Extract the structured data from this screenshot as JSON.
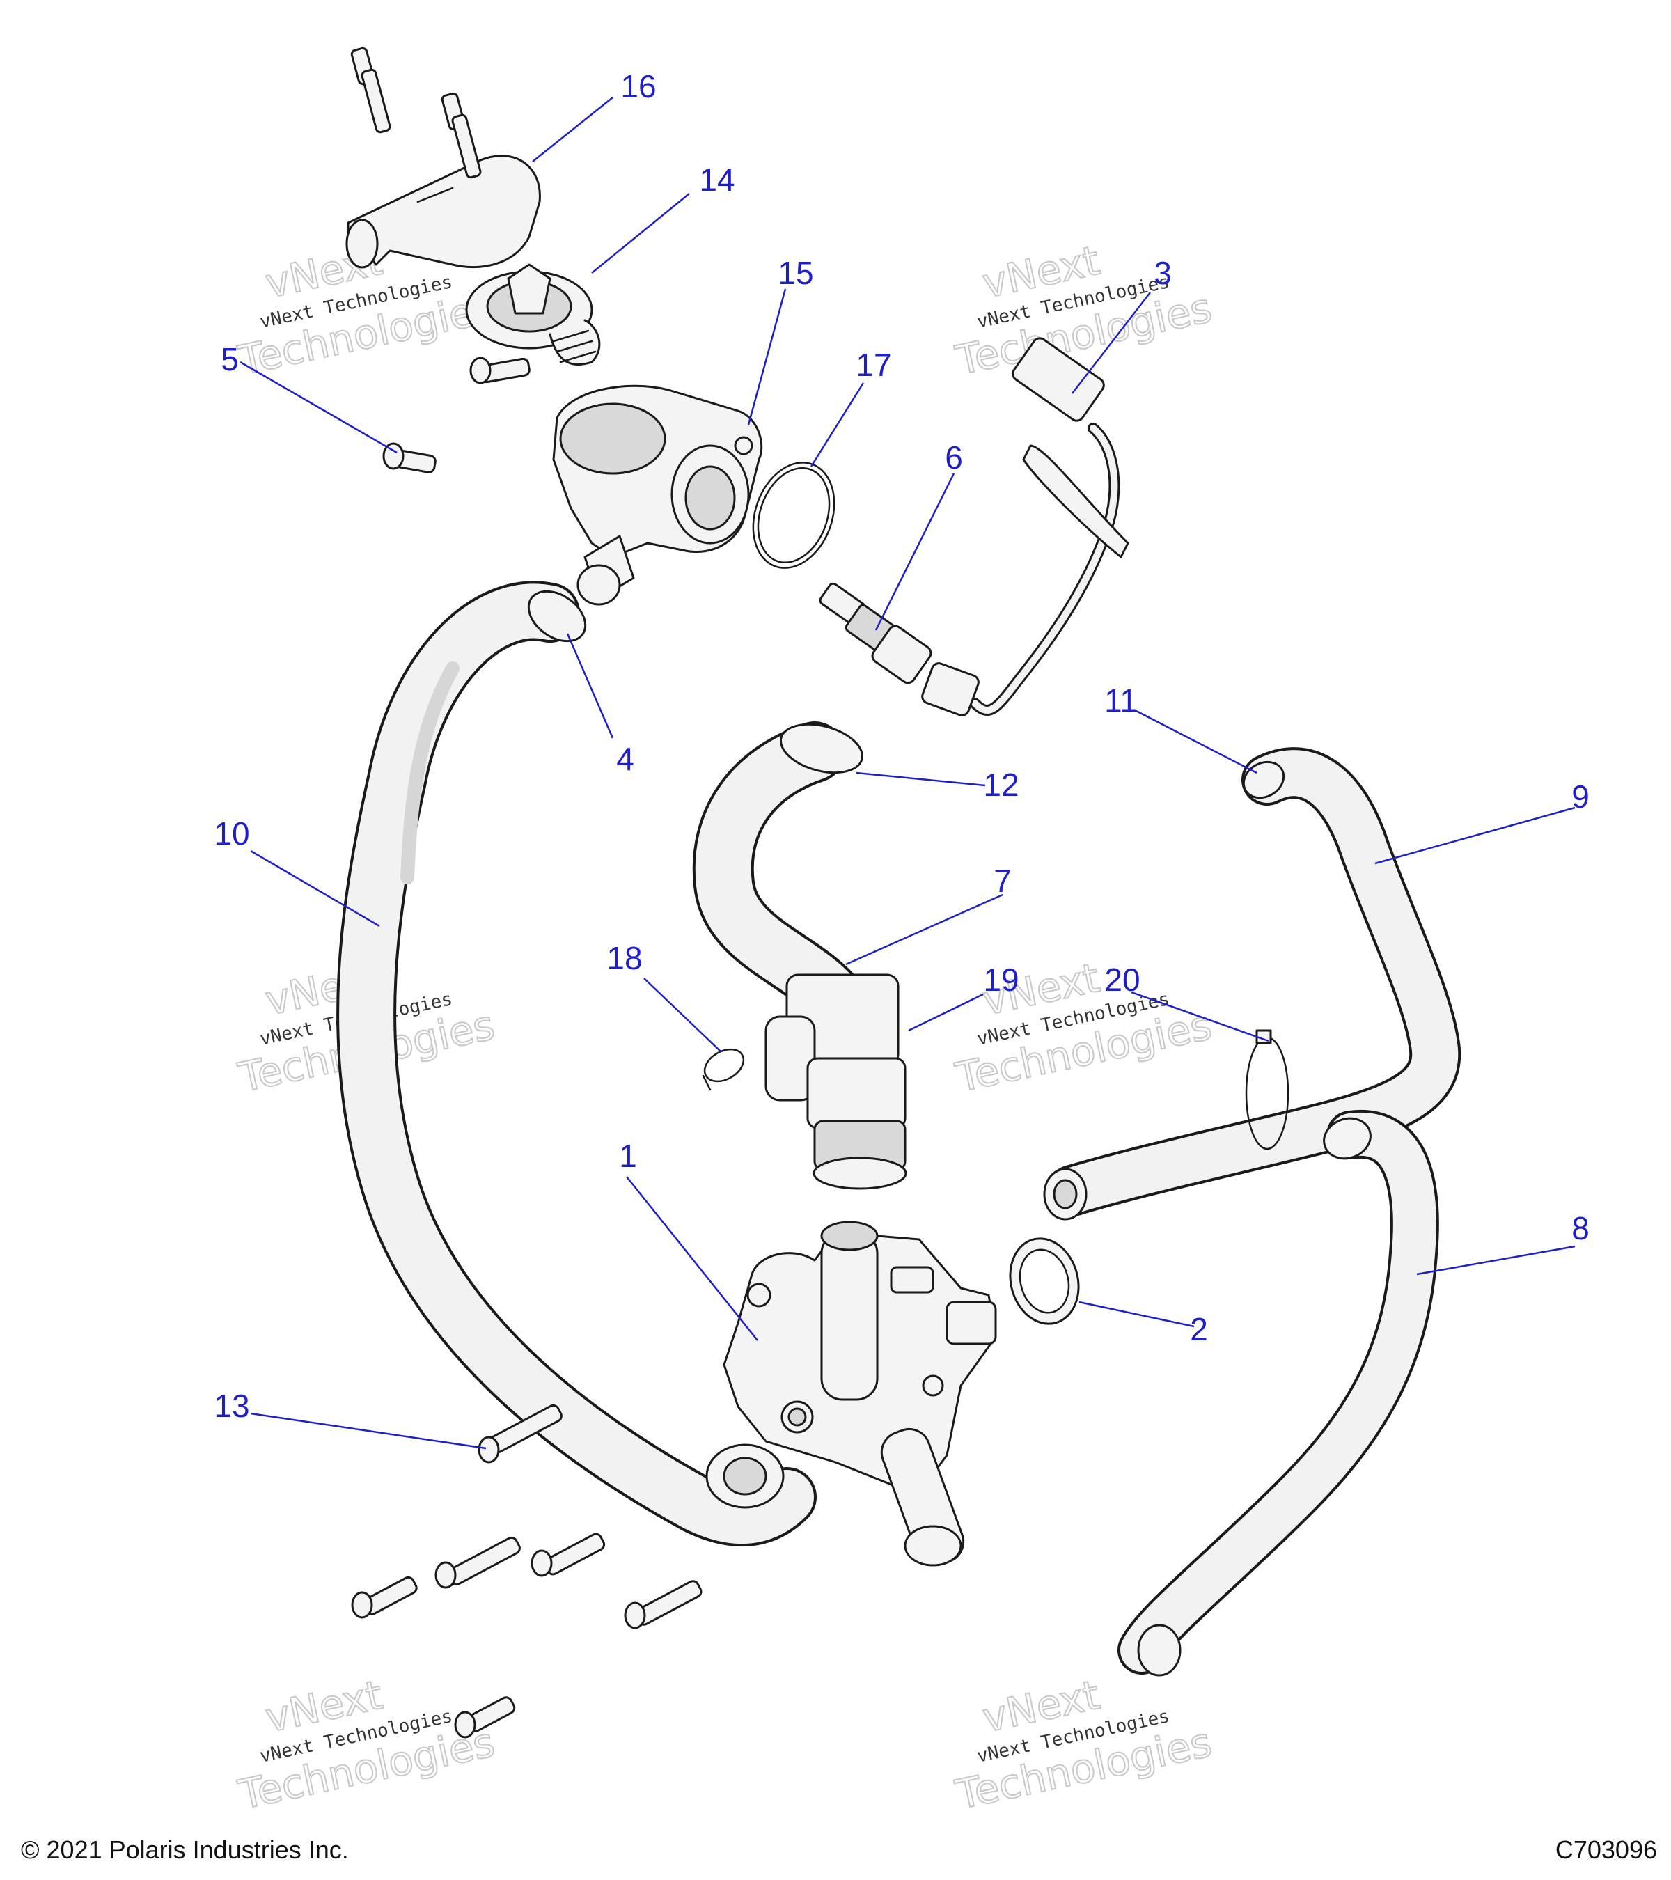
{
  "callouts": [
    "16",
    "14",
    "15",
    "3",
    "5",
    "17",
    "6",
    "4",
    "11",
    "12",
    "9",
    "10",
    "7",
    "18",
    "19",
    "20",
    "1",
    "8",
    "2",
    "13"
  ],
  "watermark": {
    "line1": "vNext",
    "line2": "vNext Technologies",
    "line3": "Technologies"
  },
  "footer": {
    "copyright": "© 2021 Polaris Industries Inc.",
    "code": "C703096"
  },
  "colors": {
    "callout": "#1f1fc8",
    "line": "#1a1a1a",
    "fill": "#f4f4f4"
  }
}
